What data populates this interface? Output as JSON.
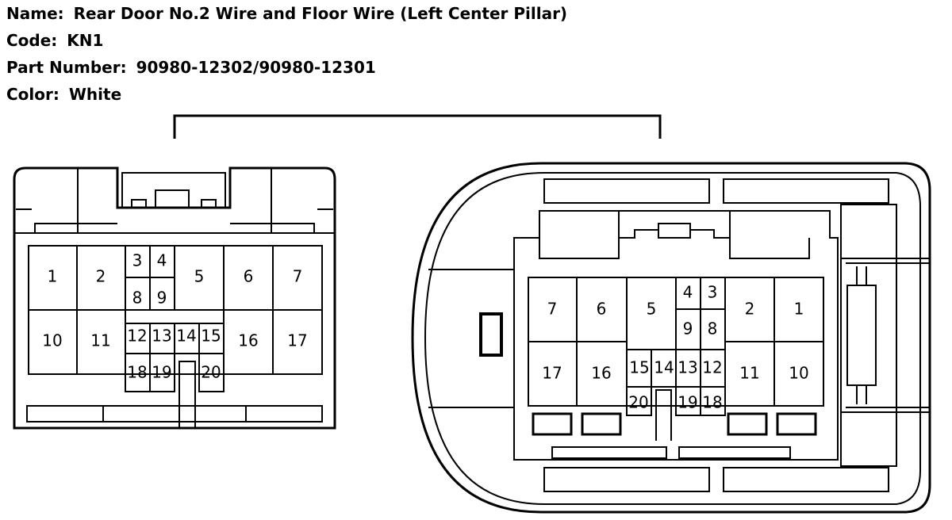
{
  "header": {
    "name_label": "Name:",
    "name_value": "Rear Door No.2 Wire and Floor Wire (Left Center Pillar)",
    "code_label": "Code:",
    "code_value": "KN1",
    "part_label": "Part Number:",
    "part_value": "90980-12302/90980-12301",
    "color_label": "Color:",
    "color_value": "White"
  },
  "left_connector": {
    "pins": [
      "1",
      "2",
      "3",
      "4",
      "5",
      "6",
      "7",
      "8",
      "9",
      "10",
      "11",
      "12",
      "13",
      "14",
      "15",
      "16",
      "17",
      "18",
      "19",
      "20"
    ]
  },
  "right_connector": {
    "pins": [
      "1",
      "2",
      "3",
      "4",
      "5",
      "6",
      "7",
      "8",
      "9",
      "10",
      "11",
      "12",
      "13",
      "14",
      "15",
      "16",
      "17",
      "18",
      "19",
      "20"
    ]
  },
  "colors": {
    "line": "#000000",
    "background": "#ffffff"
  }
}
